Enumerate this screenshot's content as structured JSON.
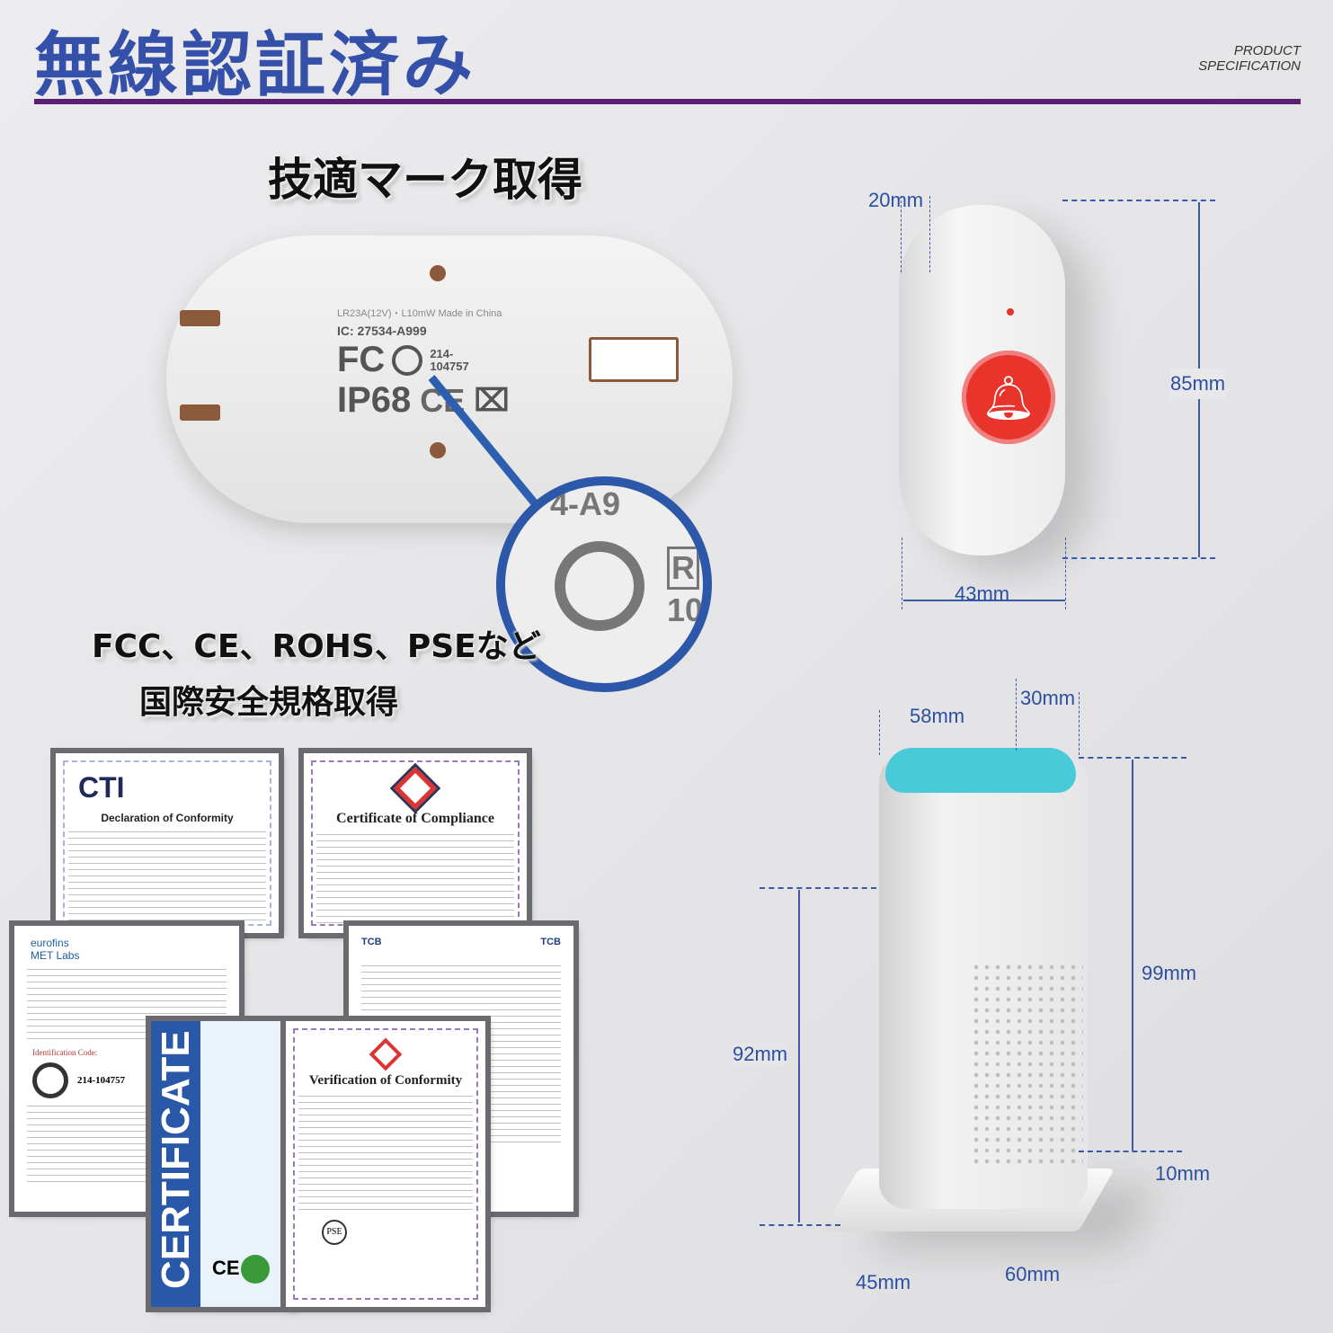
{
  "header": {
    "title": "無線認証済み",
    "subtitle_line1": "PRODUCT",
    "subtitle_line2": "SPECIFICATION"
  },
  "mark_heading": "技適マーク取得",
  "plug_label": {
    "line1": "LR23A(12V)・L10mW  Made in China",
    "ic": "IC: 27534-A999",
    "fcc": "FC",
    "telec_number": "214-104757",
    "ip": "IP68",
    "ce": "CE",
    "zoom_text": "4-A9",
    "zoom_r": "R",
    "zoom_num": "10"
  },
  "cert_heading": {
    "line1": "FCC、CE、ROHS、PSEなど",
    "line2": "国際安全規格取得"
  },
  "certificates": [
    {
      "logo": "CTI",
      "title": "Declaration of Conformity"
    },
    {
      "title": "Certificate of Compliance"
    },
    {
      "logo": "eurofins",
      "sub": "MET Labs",
      "code_label": "Identification Code:",
      "number": "214-104757"
    },
    {
      "logo_left": "TCB",
      "logo_right": "TCB"
    },
    {
      "title": "CERTIFICATE",
      "marks": "CE"
    },
    {
      "title": "Verification of Conformity",
      "mark": "PSE"
    }
  ],
  "button_dims": {
    "depth": "20mm",
    "height": "85mm",
    "width": "43mm"
  },
  "receiver_dims": {
    "width": "58mm",
    "depth": "30mm",
    "body_height": "99mm",
    "total_height": "92mm",
    "base_height": "10mm",
    "base_width": "45mm",
    "base_depth": "60mm"
  },
  "colors": {
    "title": "#3550a8",
    "rule": "#5a1f72",
    "button": "#e8342b",
    "cap": "#4ac9d8",
    "dim": "#2b4fa0"
  }
}
